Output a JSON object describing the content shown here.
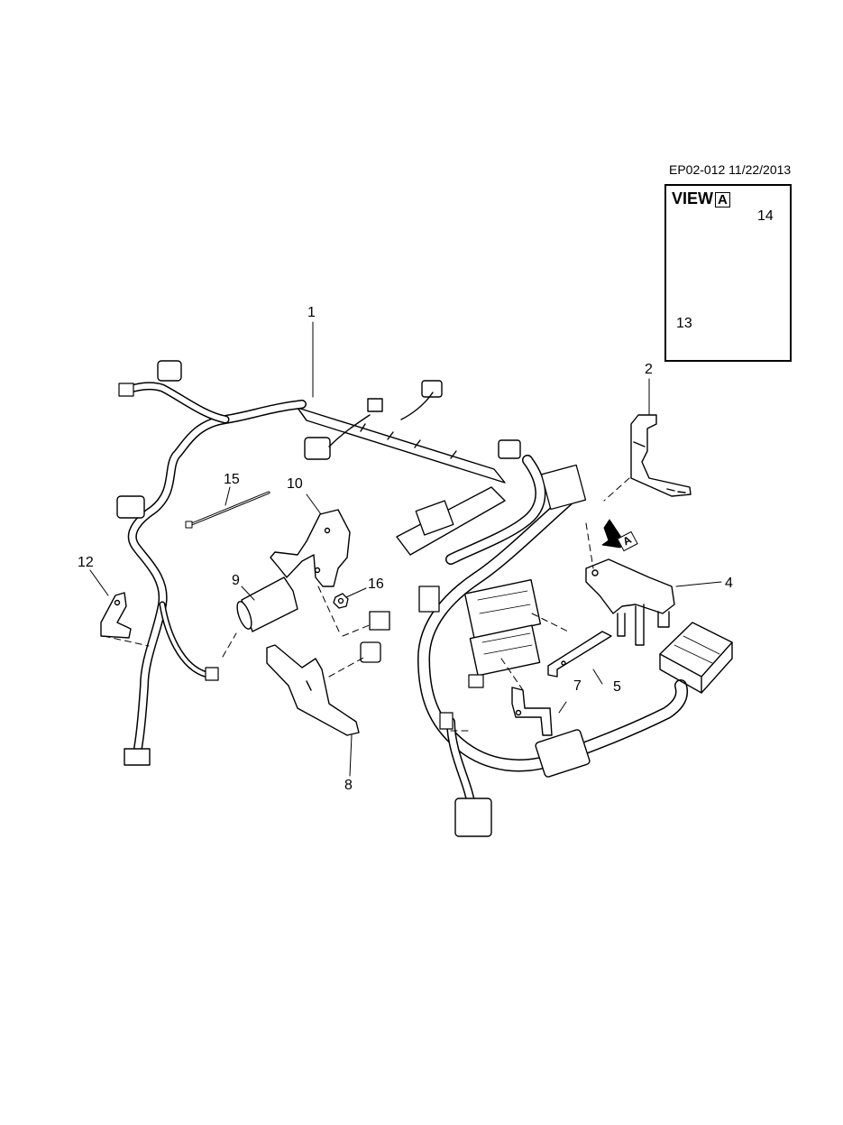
{
  "drawing_code": "EP02-012 11/22/2013",
  "view": {
    "label": "VIEW",
    "letter": "A"
  },
  "view_arrow_letter": "A",
  "callouts": [
    "1",
    "2",
    "4",
    "5",
    "7",
    "8",
    "9",
    "10",
    "12",
    "13",
    "14",
    "15",
    "16"
  ],
  "colors": {
    "ink": "#000000",
    "paper": "#ffffff",
    "shade": "#cfcfcf"
  }
}
